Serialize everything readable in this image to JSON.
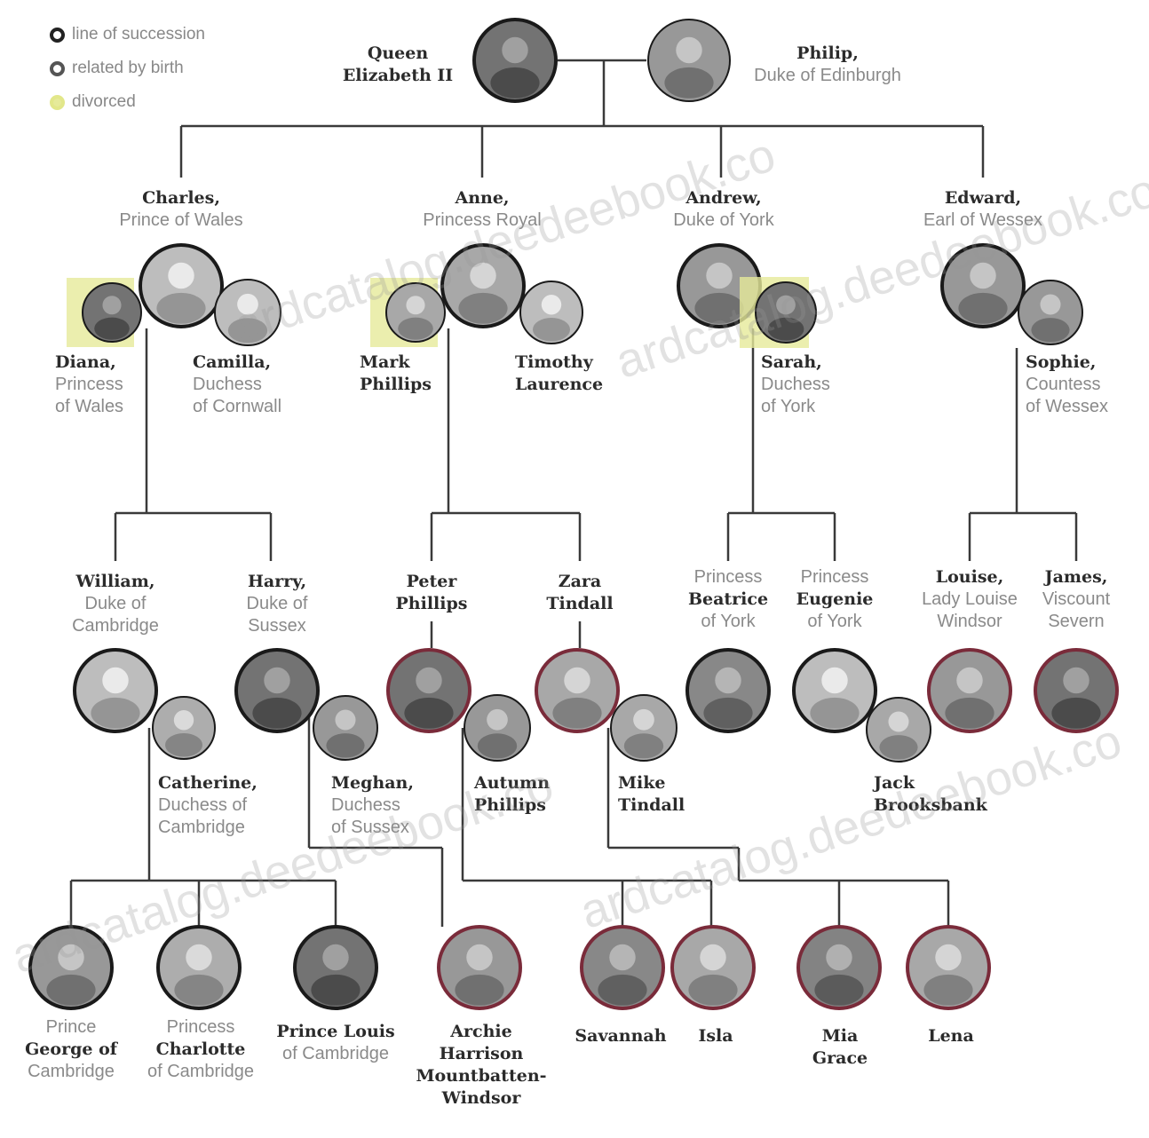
{
  "legend": [
    {
      "label": "line of succession",
      "style": "succession"
    },
    {
      "label": "related by birth",
      "style": "related"
    },
    {
      "label": "divorced",
      "style": "divorced"
    }
  ],
  "watermark": "ardcatalog.deedeebook.co",
  "colors": {
    "line": "#3a3a3a",
    "name_bold": "#2b2b2b",
    "title_gray": "#8a8a8a",
    "divorced_glow": "#e6ea9a",
    "succession_ring": "#1a1a1a",
    "birth_ring": "#7a2b3a"
  },
  "people": [
    {
      "id": "queen",
      "lines": [
        {
          "t": "Queen",
          "b": true
        },
        {
          "t": "Elizabeth II",
          "b": true
        }
      ]
    },
    {
      "id": "philip",
      "lines": [
        {
          "t": "Philip,",
          "b": true
        },
        {
          "t": "Duke of Edinburgh",
          "b": false
        }
      ]
    },
    {
      "id": "charles",
      "lines": [
        {
          "t": "Charles,",
          "b": true
        },
        {
          "t": "Prince of Wales",
          "b": false
        }
      ]
    },
    {
      "id": "anne",
      "lines": [
        {
          "t": "Anne,",
          "b": true
        },
        {
          "t": "Princess Royal",
          "b": false
        }
      ]
    },
    {
      "id": "andrew",
      "lines": [
        {
          "t": "Andrew,",
          "b": true
        },
        {
          "t": "Duke of York",
          "b": false
        }
      ]
    },
    {
      "id": "edward",
      "lines": [
        {
          "t": "Edward,",
          "b": true
        },
        {
          "t": "Earl of Wessex",
          "b": false
        }
      ]
    },
    {
      "id": "diana",
      "lines": [
        {
          "t": "Diana,",
          "b": true
        },
        {
          "t": "Princess",
          "b": false
        },
        {
          "t": "of Wales",
          "b": false
        }
      ]
    },
    {
      "id": "camilla",
      "lines": [
        {
          "t": "Camilla,",
          "b": true
        },
        {
          "t": "Duchess",
          "b": false
        },
        {
          "t": "of Cornwall",
          "b": false
        }
      ]
    },
    {
      "id": "mark",
      "lines": [
        {
          "t": "Mark",
          "b": true
        },
        {
          "t": "Phillips",
          "b": true
        }
      ]
    },
    {
      "id": "timothy",
      "lines": [
        {
          "t": "Timothy",
          "b": true
        },
        {
          "t": "Laurence",
          "b": true
        }
      ]
    },
    {
      "id": "sarah",
      "lines": [
        {
          "t": "Sarah,",
          "b": true
        },
        {
          "t": "Duchess",
          "b": false
        },
        {
          "t": "of York",
          "b": false
        }
      ]
    },
    {
      "id": "sophie",
      "lines": [
        {
          "t": "Sophie,",
          "b": true
        },
        {
          "t": "Countess",
          "b": false
        },
        {
          "t": "of Wessex",
          "b": false
        }
      ]
    },
    {
      "id": "william",
      "lines": [
        {
          "t": "William,",
          "b": true
        },
        {
          "t": "Duke of",
          "b": false
        },
        {
          "t": "Cambridge",
          "b": false
        }
      ]
    },
    {
      "id": "harry",
      "lines": [
        {
          "t": "Harry,",
          "b": true
        },
        {
          "t": "Duke of",
          "b": false
        },
        {
          "t": "Sussex",
          "b": false
        }
      ]
    },
    {
      "id": "peter",
      "lines": [
        {
          "t": "Peter",
          "b": true
        },
        {
          "t": "Phillips",
          "b": true
        }
      ]
    },
    {
      "id": "zara",
      "lines": [
        {
          "t": "Zara",
          "b": true
        },
        {
          "t": "Tindall",
          "b": true
        }
      ]
    },
    {
      "id": "beatrice",
      "lines": [
        {
          "t": "Princess",
          "b": false
        },
        {
          "t": "Beatrice",
          "b": true
        },
        {
          "t": "of York",
          "b": false
        }
      ]
    },
    {
      "id": "eugenie",
      "lines": [
        {
          "t": "Princess",
          "b": false
        },
        {
          "t": "Eugenie",
          "b": true
        },
        {
          "t": "of York",
          "b": false
        }
      ]
    },
    {
      "id": "louise",
      "lines": [
        {
          "t": "Louise,",
          "b": true
        },
        {
          "t": "Lady Louise",
          "b": false
        },
        {
          "t": "Windsor",
          "b": false
        }
      ]
    },
    {
      "id": "james",
      "lines": [
        {
          "t": "James,",
          "b": true
        },
        {
          "t": "Viscount",
          "b": false
        },
        {
          "t": "Severn",
          "b": false
        }
      ]
    },
    {
      "id": "catherine",
      "lines": [
        {
          "t": "Catherine,",
          "b": true
        },
        {
          "t": "Duchess of",
          "b": false
        },
        {
          "t": "Cambridge",
          "b": false
        }
      ]
    },
    {
      "id": "meghan",
      "lines": [
        {
          "t": "Meghan,",
          "b": true
        },
        {
          "t": "Duchess",
          "b": false
        },
        {
          "t": "of Sussex",
          "b": false
        }
      ]
    },
    {
      "id": "autumn",
      "lines": [
        {
          "t": "Autumn",
          "b": true
        },
        {
          "t": "Phillips",
          "b": true
        }
      ]
    },
    {
      "id": "mike",
      "lines": [
        {
          "t": "Mike",
          "b": true
        },
        {
          "t": "Tindall",
          "b": true
        }
      ]
    },
    {
      "id": "jack",
      "lines": [
        {
          "t": "Jack",
          "b": true
        },
        {
          "t": "Brooksbank",
          "b": true
        }
      ]
    },
    {
      "id": "george",
      "lines": [
        {
          "t": "Prince",
          "b": false
        },
        {
          "t": "George of",
          "b": true
        },
        {
          "t": "Cambridge",
          "b": false
        }
      ]
    },
    {
      "id": "charlotte",
      "lines": [
        {
          "t": "Princess",
          "b": false
        },
        {
          "t": "Charlotte",
          "b": true
        },
        {
          "t": "of Cambridge",
          "b": false
        }
      ]
    },
    {
      "id": "louis",
      "lines": [
        {
          "t": "Prince Louis",
          "b": true
        },
        {
          "t": "of Cambridge",
          "b": false
        }
      ]
    },
    {
      "id": "archie",
      "lines": [
        {
          "t": "Archie",
          "b": true
        },
        {
          "t": "Harrison",
          "b": true
        },
        {
          "t": "Mountbatten-",
          "b": true
        },
        {
          "t": "Windsor",
          "b": true
        }
      ]
    },
    {
      "id": "savannah",
      "lines": [
        {
          "t": "Savannah",
          "b": true
        }
      ]
    },
    {
      "id": "isla",
      "lines": [
        {
          "t": "Isla",
          "b": true
        }
      ]
    },
    {
      "id": "mia",
      "lines": [
        {
          "t": "Mia",
          "b": true
        },
        {
          "t": "Grace",
          "b": true
        }
      ]
    },
    {
      "id": "lena",
      "lines": [
        {
          "t": "Lena",
          "b": true
        }
      ]
    }
  ]
}
